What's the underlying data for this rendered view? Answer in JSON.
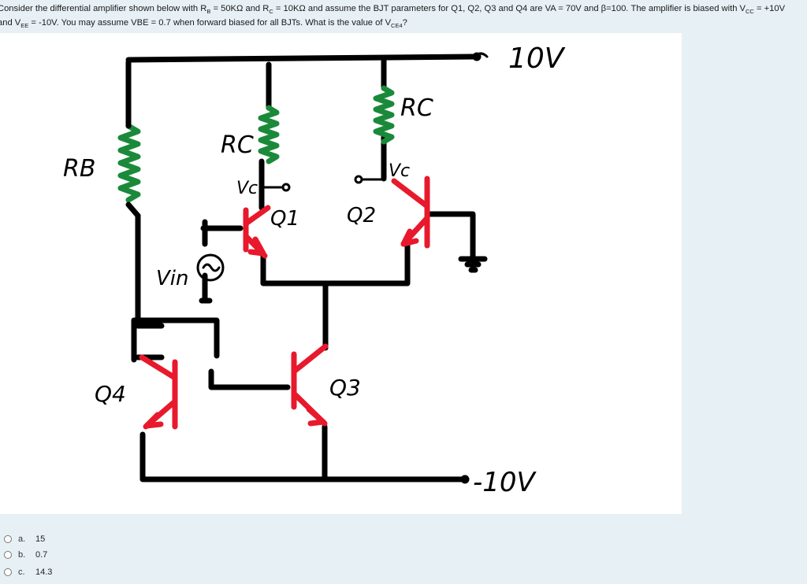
{
  "question": {
    "line1": {
      "p1": "Consider the differential amplifier shown below with R",
      "s1": "B",
      "p2": " = 50KΩ and R",
      "s2": "C",
      "p3": " = 10KΩ and assume the BJT parameters for Q1, Q2, Q3 and Q4 are VA = 70V and β=100.  The amplifier is biased with V",
      "s3": "CC",
      "p4": " = +10V"
    },
    "line2": {
      "p1": "and V",
      "s1": "EE",
      "p2": " = -10V.  You may assume VBE = 0.7 when forward biased for all BJTs. What is the value of V",
      "s2": "CE4",
      "p3": "?"
    }
  },
  "circuit": {
    "labels": {
      "vcc": "10V",
      "vee": "-10V",
      "rb": "RB",
      "rc_left": "RC",
      "rc_right": "RC",
      "vc_left": "Vc",
      "vc_right": "Vc",
      "q1": "Q1",
      "q2": "Q2",
      "q3": "Q3",
      "q4": "Q4",
      "vin": "Vin"
    },
    "colors": {
      "wire": "#000000",
      "resistor": "#1a8a3a",
      "transistor": "#e8192c"
    }
  },
  "options": [
    {
      "letter": "a.",
      "text": "15"
    },
    {
      "letter": "b.",
      "text": "0.7"
    },
    {
      "letter": "c.",
      "text": "14.3"
    }
  ]
}
